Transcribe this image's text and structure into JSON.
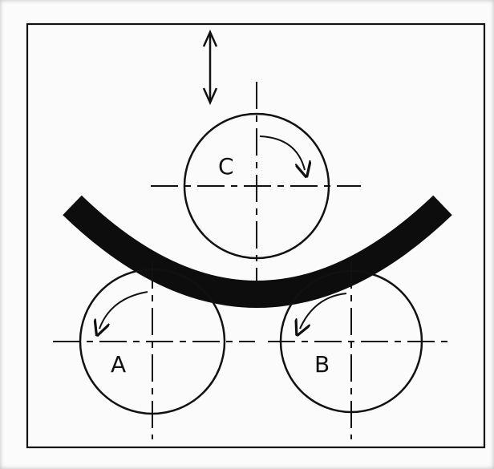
{
  "figure": {
    "rollers": [
      {
        "id": "C",
        "label": "C",
        "rotation": "clockwise",
        "role": "top"
      },
      {
        "id": "A",
        "label": "A",
        "rotation": "counterclockwise",
        "role": "bottom-left"
      },
      {
        "id": "B",
        "label": "B",
        "rotation": "counterclockwise",
        "role": "bottom-right"
      }
    ],
    "top_roller_motion": "vertical",
    "colors": {
      "ink": "#111111",
      "plate": "#0d0d0d",
      "background": "#fbfbfb"
    }
  }
}
